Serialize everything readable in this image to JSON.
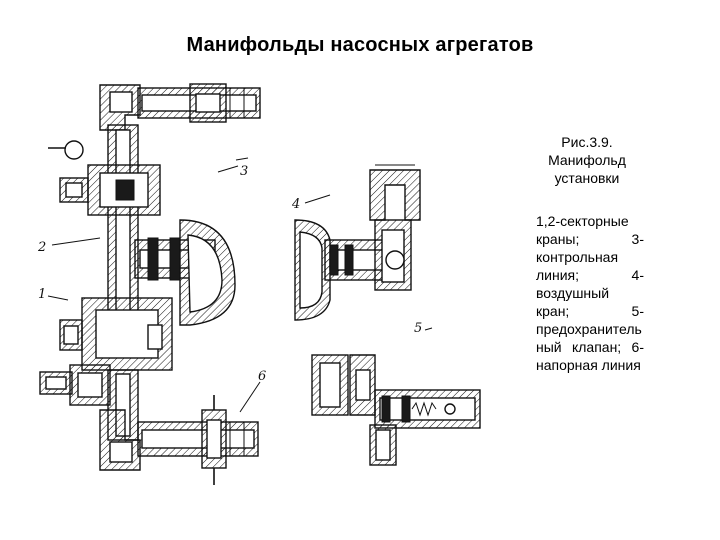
{
  "title": "Манифольды насосных агрегатов",
  "figure_caption": "Рис.3.9. Манифольд установки",
  "description": "1,2-секторные краны; 3-контрольная линия; 4-воздушный кран; 5-предохранительный клапан; 6-напорная линия",
  "callouts": [
    {
      "id": "1",
      "label": "1"
    },
    {
      "id": "2",
      "label": "2"
    },
    {
      "id": "3",
      "label": "3"
    },
    {
      "id": "4",
      "label": "4"
    },
    {
      "id": "5",
      "label": "5"
    },
    {
      "id": "6",
      "label": "6"
    }
  ]
}
